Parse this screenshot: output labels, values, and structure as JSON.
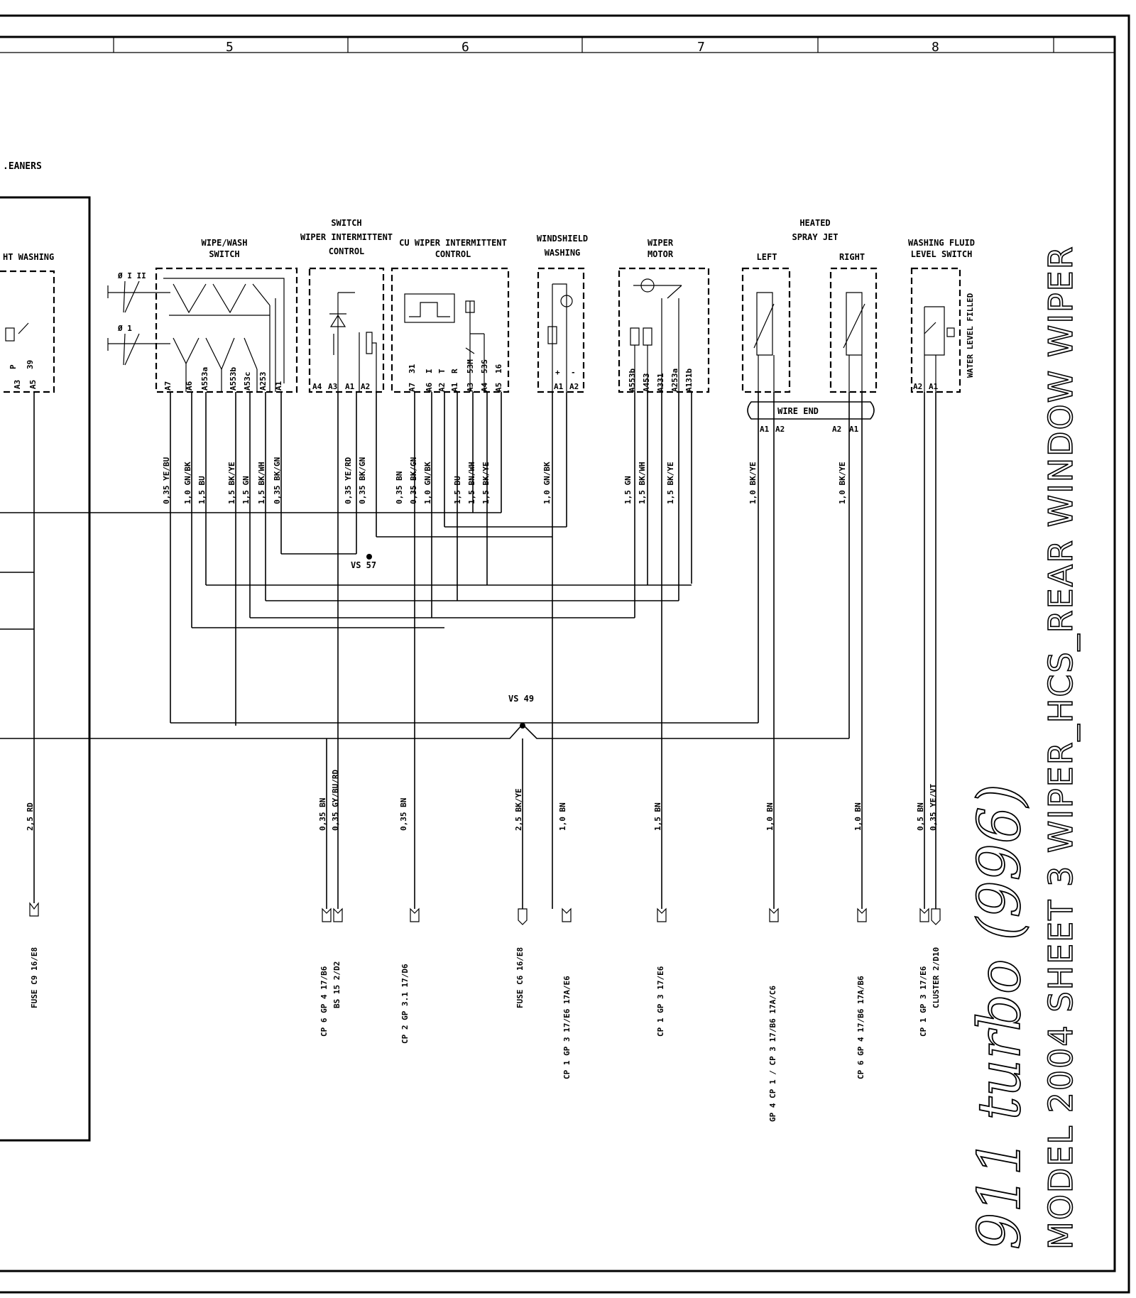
{
  "grid_columns": [
    "5",
    "6",
    "7",
    "8"
  ],
  "left_fragment": {
    "header": ".EANERS",
    "label": "HT WASHING",
    "pins": [
      "A3",
      "A5"
    ],
    "pin_top": [
      "P",
      "39"
    ]
  },
  "components": {
    "wipe_wash_switch": {
      "label_1": "WIPE/WASH",
      "label_2": "SWITCH",
      "pins": [
        "A7",
        "A6",
        "A553a",
        "A553b",
        "A53c",
        "A253",
        "A1"
      ],
      "symbols": [
        "Ø I II",
        "Ø 1"
      ]
    },
    "switch_interval": {
      "label_1": "SWITCH",
      "label_2": "WIPER INTERMITTENT",
      "label_3": "CONTROL",
      "pins": [
        "A4",
        "A3",
        "A1",
        "A2"
      ]
    },
    "cu_interval": {
      "label_1": "CU WIPER INTERMITTENT",
      "label_2": "CONTROL",
      "pins": [
        "A7",
        "A6",
        "A2",
        "A1",
        "A3",
        "A4",
        "A5"
      ],
      "pin_top": [
        "31",
        "I",
        "T",
        "R",
        "53M",
        "53S",
        "16"
      ]
    },
    "washer_pump": {
      "label_1": "WINDSHIELD",
      "label_2": "WASHING",
      "pins": [
        "A1",
        "A2"
      ],
      "pol": [
        "+",
        "-"
      ]
    },
    "wiper_motor": {
      "label_1": "WIPER",
      "label_2": "MOTOR",
      "pins": [
        "A553b",
        "A453",
        "A331",
        "A253a",
        "A131b"
      ]
    },
    "heated_spray_jet": {
      "label_1": "HEATED",
      "label_2": "SPRAY JET",
      "left": "LEFT",
      "right": "RIGHT",
      "wire_end": "WIRE END",
      "left_pins": [
        "A1",
        "A2"
      ],
      "right_pins": [
        "A2",
        "A1"
      ]
    },
    "washing_fluid_switch": {
      "label_1": "WASHING FLUID",
      "label_2": "LEVEL SWITCH",
      "side_label": "WATER LEVEL FILLED",
      "pins": [
        "A2",
        "A1"
      ]
    }
  },
  "upper_wires": [
    "0,35 YE/BU",
    "1,0 GN/BK",
    "1,5 BU",
    "1,5 BK/YE",
    "1,5 GN",
    "1,5 BK/WH",
    "0,35 BK/GN",
    "0,35 YE/RD",
    "0,35 BK/GN",
    "0,35 BN",
    "0,35 BK/GN",
    "1,0 GN/BK",
    "1,5 BU",
    "1,5 BN/WH",
    "1,5 BK/YE",
    "1,0 GN/BK",
    "1,5 GN",
    "1,5 BK/WH",
    "1,5 BK/YE",
    "1,0 BK/YE",
    "1,0 BK/YE"
  ],
  "splices": {
    "vs57": "VS 57",
    "vs49": "VS 49"
  },
  "lower_wires": [
    "2,5 RD",
    "0,35 BN",
    "0,35 GY/BU/RD",
    "0,35 BN",
    "2,5 BK/YE",
    "1,0 BN",
    "1,5 BN",
    "1,0 BN",
    "1,0 BN",
    "0,5 BN",
    "0,35 YE/VT"
  ],
  "refs": [
    "FUSE C9 16/E8",
    "CP 6 GP 4 17/B6",
    "BS 15 2/D2",
    "CP 2 GP 3.1 17/D6",
    "FUSE C6 16/E8",
    "CP 1 GP 3 17/E6 17A/E6",
    "CP 1 GP 3 17/E6",
    "GP 4 CP 1 / CP 3 17/B6 17A/C6",
    "CP 6 GP 4 17/B6 17A/B6",
    "CP 1 GP 3 17/E6",
    "CLUSTER 2/D10"
  ],
  "title_block": {
    "script": "911 turbo (996)",
    "title": "MODEL 2004 SHEET 3 WIPER_HCS_REAR WINDOW WIPER"
  }
}
